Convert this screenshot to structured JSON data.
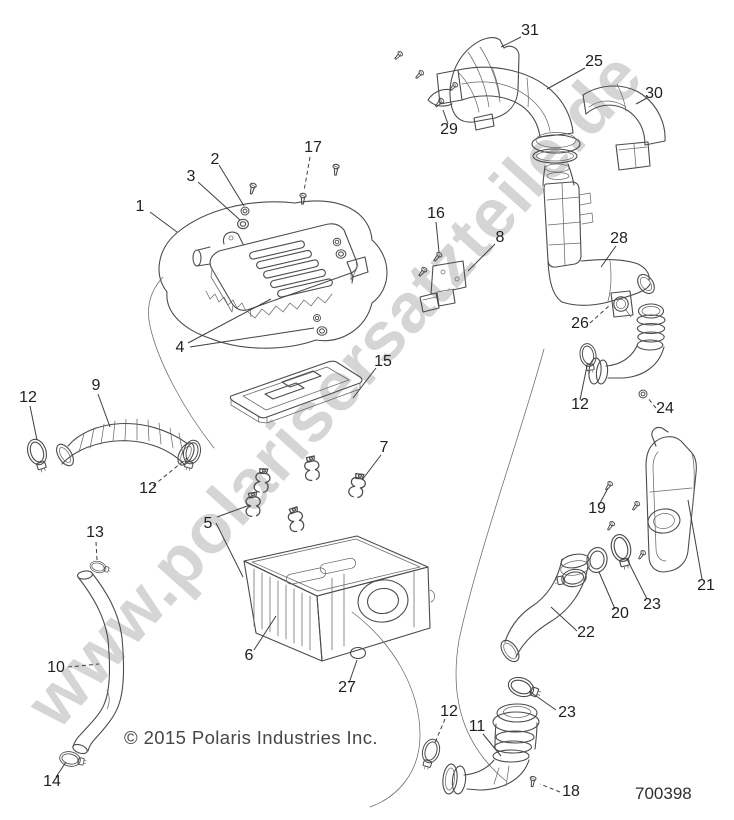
{
  "page": {
    "background_color": "#ffffff",
    "line_color": "#4c4c4c",
    "callout_color": "#1f1f1f",
    "watermark": {
      "text": "www.polarisersatzteile.de",
      "color": "#d3d3d3"
    },
    "footer": {
      "copyright": "© 2015 Polaris Industries Inc.",
      "drawing_number": "700398"
    }
  },
  "callouts": [
    {
      "label": "1"
    },
    {
      "label": "2"
    },
    {
      "label": "3"
    },
    {
      "label": "4"
    },
    {
      "label": "5"
    },
    {
      "label": "6"
    },
    {
      "label": "7"
    },
    {
      "label": "8"
    },
    {
      "label": "9"
    },
    {
      "label": "10"
    },
    {
      "label": "11"
    },
    {
      "label": "12"
    },
    {
      "label": "12"
    },
    {
      "label": "12"
    },
    {
      "label": "12"
    },
    {
      "label": "13"
    },
    {
      "label": "14"
    },
    {
      "label": "15"
    },
    {
      "label": "16"
    },
    {
      "label": "17"
    },
    {
      "label": "18"
    },
    {
      "label": "19"
    },
    {
      "label": "20"
    },
    {
      "label": "21"
    },
    {
      "label": "22"
    },
    {
      "label": "23"
    },
    {
      "label": "23"
    },
    {
      "label": "24"
    },
    {
      "label": "25"
    },
    {
      "label": "26"
    },
    {
      "label": "27"
    },
    {
      "label": "28"
    },
    {
      "label": "29"
    },
    {
      "label": "30"
    },
    {
      "label": "31"
    }
  ]
}
